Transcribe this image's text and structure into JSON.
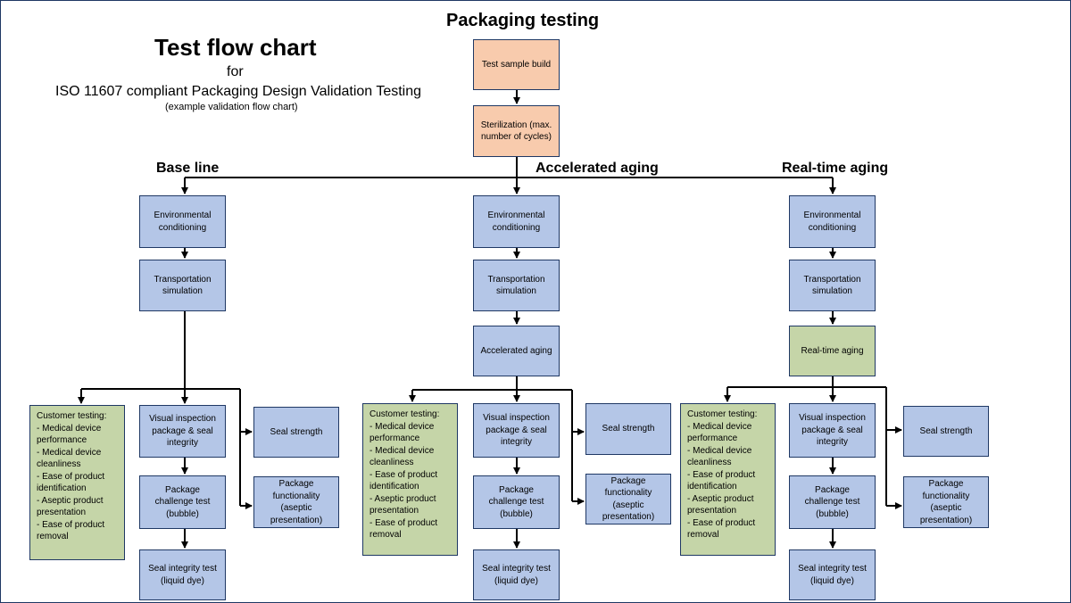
{
  "header": {
    "title": "Test flow chart",
    "for": "for",
    "subtitle": "ISO 11607 compliant Packaging Design Validation Testing",
    "note": "(example validation flow chart)"
  },
  "top_title": "Packaging testing",
  "top_boxes": {
    "sample": "Test sample build",
    "sterilization": "Sterilization (max.\nnumber of cycles)"
  },
  "columns": {
    "baseline": {
      "title": "Base line",
      "env": "Environmental\nconditioning",
      "transport": "Transportation\nsimulation",
      "customer": "Customer testing:\n- Medical device\nperformance\n- Medical device\ncleanliness\n- Ease of product\nidentification\n- Aseptic product\npresentation\n- Ease of product\nremoval",
      "visual": "Visual inspection\npackage  & seal\nintegrity",
      "challenge": "Package\nchallenge test\n(bubble)",
      "dye": "Seal integrity test\n(liquid dye)",
      "seal": "Seal strength",
      "func": "Package\nfunctionality\n(aseptic\npresentation)"
    },
    "accelerated": {
      "title": "Accelerated aging",
      "env": "Environmental\nconditioning",
      "transport": "Transportation\nsimulation",
      "aging": "Accelerated aging",
      "customer": "Customer testing:\n- Medical device\nperformance\n- Medical device\ncleanliness\n- Ease of product\nidentification\n- Aseptic product\npresentation\n- Ease of product\nremoval",
      "visual": "Visual inspection\npackage  & seal\nintegrity",
      "challenge": "Package\nchallenge test\n(bubble)",
      "dye": "Seal integrity test\n(liquid dye)",
      "seal": "Seal strength",
      "func": "Package\nfunctionality\n(aseptic\npresentation)"
    },
    "realtime": {
      "title": "Real-time aging",
      "env": "Environmental\nconditioning",
      "transport": "Transportation\nsimulation",
      "aging": "Real-time aging",
      "customer": "Customer testing:\n- Medical device\nperformance\n- Medical device\ncleanliness\n- Ease of product\nidentification\n- Aseptic product\npresentation\n- Ease of product\nremoval",
      "visual": "Visual inspection\npackage  & seal\nintegrity",
      "challenge": "Package\nchallenge test\n(bubble)",
      "dye": "Seal integrity test\n(liquid dye)",
      "seal": "Seal strength",
      "func": "Package\nfunctionality\n(aseptic\npresentation)"
    }
  }
}
